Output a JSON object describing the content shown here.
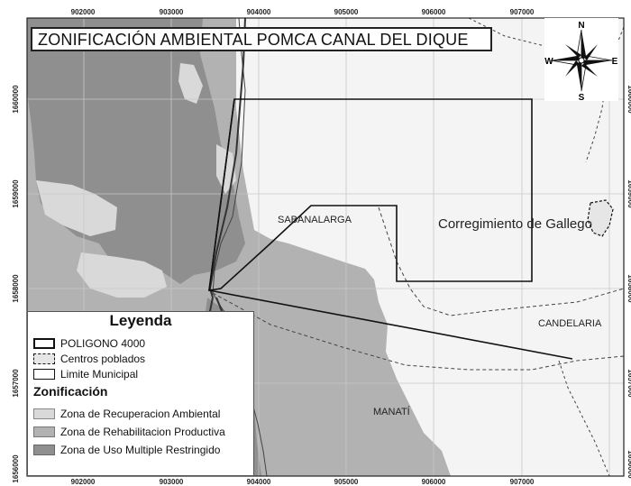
{
  "title": "ZONIFICACIÓN AMBIENTAL POMCA CANAL DEL DIQUE",
  "compass": {
    "n": "N",
    "s": "S",
    "e": "E",
    "w": "W"
  },
  "x_ticks": [
    "902000",
    "903000",
    "904000",
    "905000",
    "906000",
    "907000"
  ],
  "y_ticks": [
    "1660000",
    "1659000",
    "1658000",
    "1657000",
    "1656000"
  ],
  "places": {
    "sabanalarga": "SABANALARGA",
    "galliego": "Corregimiento de Gallego",
    "candelaria": "CANDELARIA",
    "manati": "MANATÍ"
  },
  "legend": {
    "title": "Leyenda",
    "items": [
      {
        "label": "POLIGONO 4000",
        "style": "outline",
        "color": "#111111"
      },
      {
        "label": "Centros poblados",
        "style": "dashed",
        "color": "#111111"
      },
      {
        "label": "Limite Municipal",
        "style": "thin",
        "color": "#111111"
      }
    ],
    "zonificacion_title": "Zonificación",
    "zones": [
      {
        "label": "Zona de Recuperacion Ambiental",
        "color": "#d9d9d9"
      },
      {
        "label": "Zona de Rehabilitacion Productiva",
        "color": "#b2b2b2"
      },
      {
        "label": "Zona de Uso Multiple Restringido",
        "color": "#8f8f8f"
      }
    ]
  }
}
